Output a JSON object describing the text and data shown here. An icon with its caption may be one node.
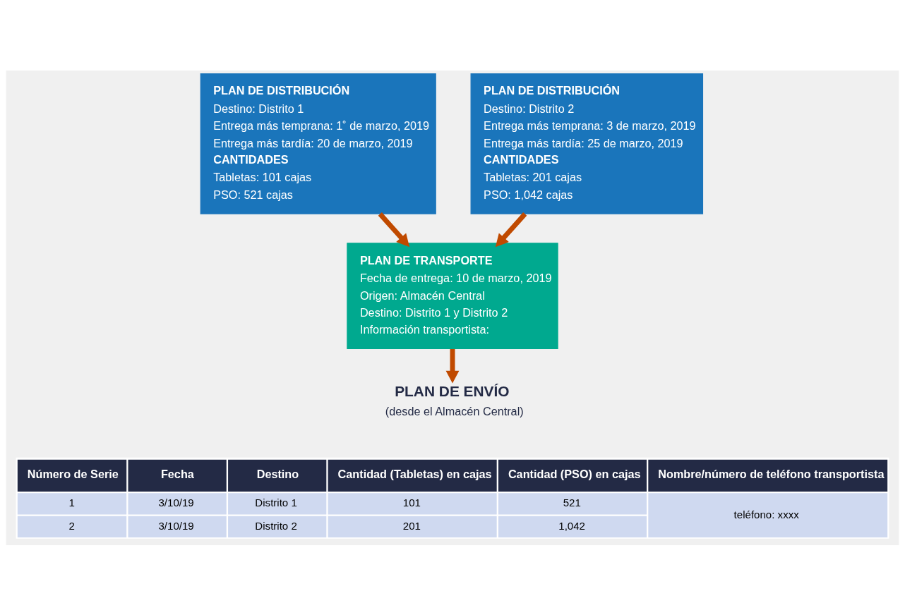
{
  "diagram": {
    "nodes": [
      {
        "text": [
          "PLAN DE DISTRIBUCIÓN",
          "Destino: Distrito 1",
          "Entrega más temprana: 1˚ de marzo, 2019",
          "Entrega más tardía: 20 de marzo, 2019",
          "CANTIDADES",
          "Tabletas: 101 cajas",
          "PSO: 521 cajas"
        ]
      },
      {
        "text": [
          "PLAN DE DISTRIBUCIÓN",
          "Destino: Distrito 2",
          "Entrega más temprana: 3 de marzo, 2019",
          "Entrega más tardía: 25 de marzo, 2019",
          "CANTIDADES",
          "Tabletas: 201 cajas",
          "PSO: 1,042 cajas"
        ]
      },
      {
        "text": [
          "PLAN DE TRANSPORTE",
          "Fecha de entrega: 10 de marzo, 2019",
          "Origen: Almacén Central",
          "Destino: Distrito 1 y Distrito 2",
          "Información transportista:"
        ]
      },
      {
        "text": [
          "PLAN DE ENVÍO",
          "(desde el Almacén Central)"
        ]
      }
    ],
    "edges": [
      {
        "from": 0,
        "to": 2,
        "arrow": "to"
      },
      {
        "from": 1,
        "to": 2,
        "arrow": "to"
      },
      {
        "from": 2,
        "to": 3,
        "arrow": "to"
      }
    ],
    "labels": [
      "Número de Serie",
      "Fecha",
      "Destino",
      "Cantidad (Tabletas) en cajas",
      "Cantidad (PSO) en cajas",
      "Nombre/número de teléfono transportista",
      "1",
      "3/10/19",
      "Distrito 1",
      "101",
      "521",
      "teléfono: xxxx",
      "2",
      "3/10/19",
      "Distrito 2",
      "201",
      "1,042"
    ]
  }
}
